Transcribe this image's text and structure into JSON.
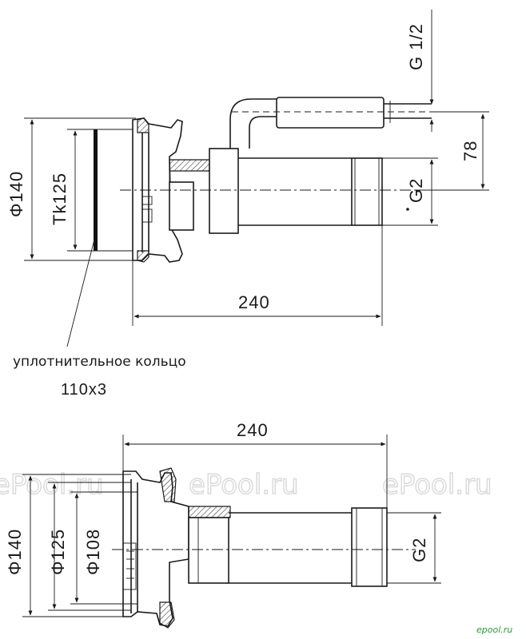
{
  "top_view": {
    "dim_thread_small": "G 1/2",
    "dim_offset": "78",
    "dim_thread_large": "G2",
    "dim_length": "240",
    "dim_outer_diameter": "Φ140",
    "dim_seal_diameter": "Tk125",
    "seal_label": "уплотнительное кольцо",
    "seal_size": "110x3"
  },
  "bottom_view": {
    "dim_length": "240",
    "dim_outer_diameter": "Φ140",
    "dim_mid_diameter": "Φ125",
    "dim_inner_diameter": "Φ108",
    "dim_thread_large": "G2"
  },
  "watermarks": [
    "ePool.ru",
    "ePool.ru",
    "ePool.ru"
  ],
  "brand": "epool.ru"
}
